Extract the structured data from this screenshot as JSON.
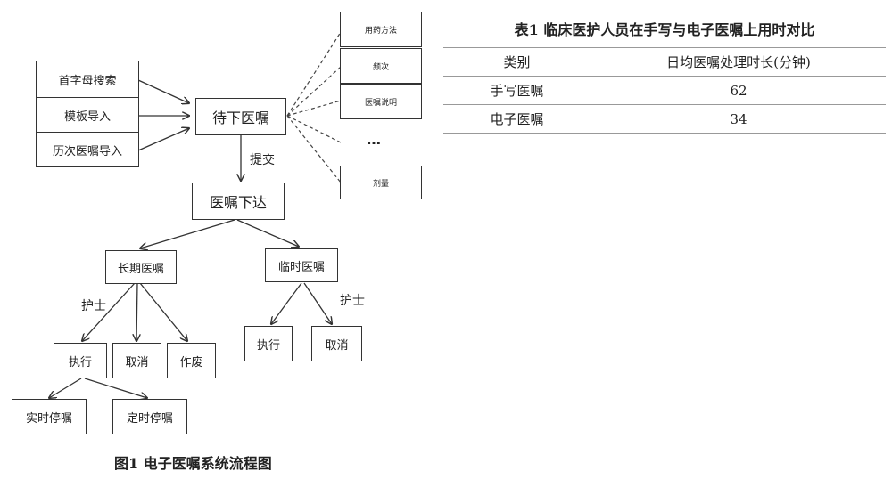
{
  "figure": {
    "caption": "图1  电子医嘱系统流程图",
    "input_methods": [
      "首字母搜索",
      "模板导入",
      "历次医嘱导入"
    ],
    "pending": "待下医嘱",
    "details": [
      "用药方法",
      "频次",
      "医嘱说明",
      "剂量"
    ],
    "ellipsis": "…",
    "submit_label": "提交",
    "issued": "医嘱下达",
    "long_term": "长期医嘱",
    "temporary": "临时医嘱",
    "nurse_label": "护士",
    "long_actions": [
      "执行",
      "取消",
      "作废"
    ],
    "temp_actions": [
      "执行",
      "取消"
    ],
    "exec_results": [
      "实时停嘱",
      "定时停嘱"
    ]
  },
  "table": {
    "title": "表1  临床医护人员在手写与电子医嘱上用时对比",
    "headers": [
      "类别",
      "日均医嘱处理时长(分钟)"
    ],
    "rows": [
      [
        "手写医嘱",
        "62"
      ],
      [
        "电子医嘱",
        "34"
      ]
    ]
  }
}
